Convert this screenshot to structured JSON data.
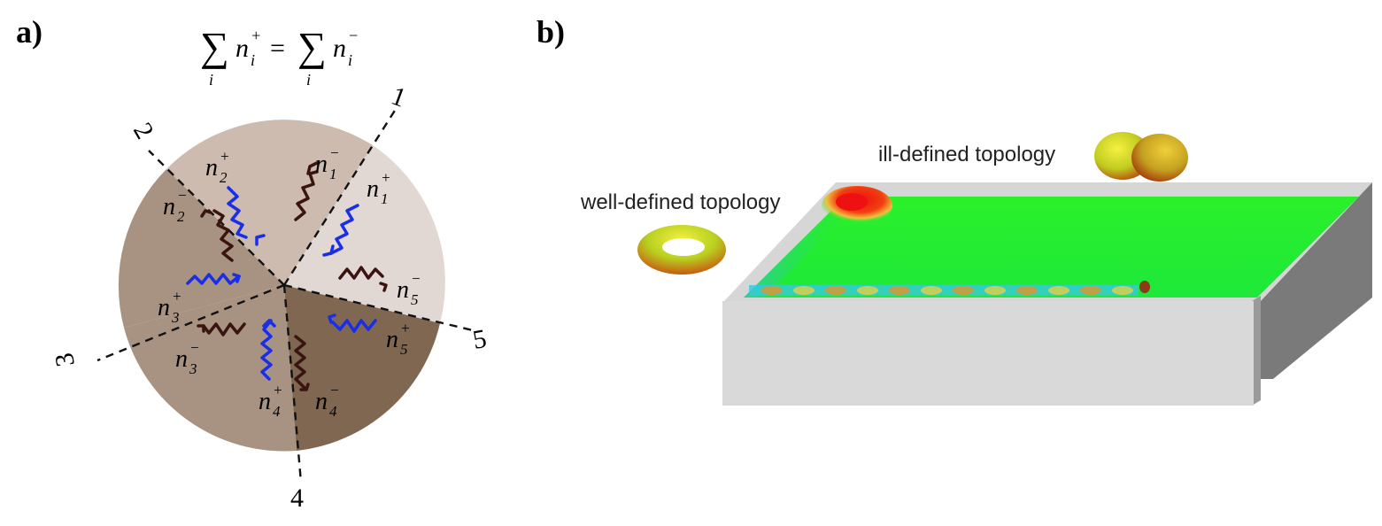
{
  "panel_a": {
    "label": "a)",
    "equation": {
      "lhs": "n",
      "lhs_sup": "+",
      "rhs": "n",
      "rhs_sup": "−",
      "sub": "i",
      "sum_index": "i",
      "equals": "="
    },
    "sectors": [
      {
        "id": "1",
        "color": "#e2d8d3"
      },
      {
        "id": "2",
        "color": "#cdbbaf"
      },
      {
        "id": "3",
        "color": "#a89282"
      },
      {
        "id": "4",
        "color": "#7f6752"
      },
      {
        "id": "5",
        "color": "#a99381"
      }
    ],
    "boundary_numbers": [
      "1",
      "2",
      "3",
      "4",
      "5"
    ],
    "labels": [
      {
        "base": "n",
        "sub": "1",
        "sup": "−"
      },
      {
        "base": "n",
        "sub": "1",
        "sup": "+"
      },
      {
        "base": "n",
        "sub": "2",
        "sup": "+"
      },
      {
        "base": "n",
        "sub": "2",
        "sup": "−"
      },
      {
        "base": "n",
        "sub": "3",
        "sup": "+"
      },
      {
        "base": "n",
        "sub": "3",
        "sup": "−"
      },
      {
        "base": "n",
        "sub": "4",
        "sup": "+"
      },
      {
        "base": "n",
        "sub": "4",
        "sup": "−"
      },
      {
        "base": "n",
        "sub": "5",
        "sup": "−"
      },
      {
        "base": "n",
        "sub": "5",
        "sup": "+"
      }
    ],
    "colors": {
      "incoming_wave": "#1a2ee6",
      "outgoing_wave": "#3a1410"
    }
  },
  "panel_b": {
    "label": "b)",
    "well_defined_label": "well-defined topology",
    "ill_defined_label": "ill-defined topology",
    "colors": {
      "slab_front": "#d9d9d9",
      "slab_side": "#7a7a7a",
      "field": "#22ee22",
      "hotspot": "#ee1111",
      "defect": "#8b3a1a"
    }
  }
}
